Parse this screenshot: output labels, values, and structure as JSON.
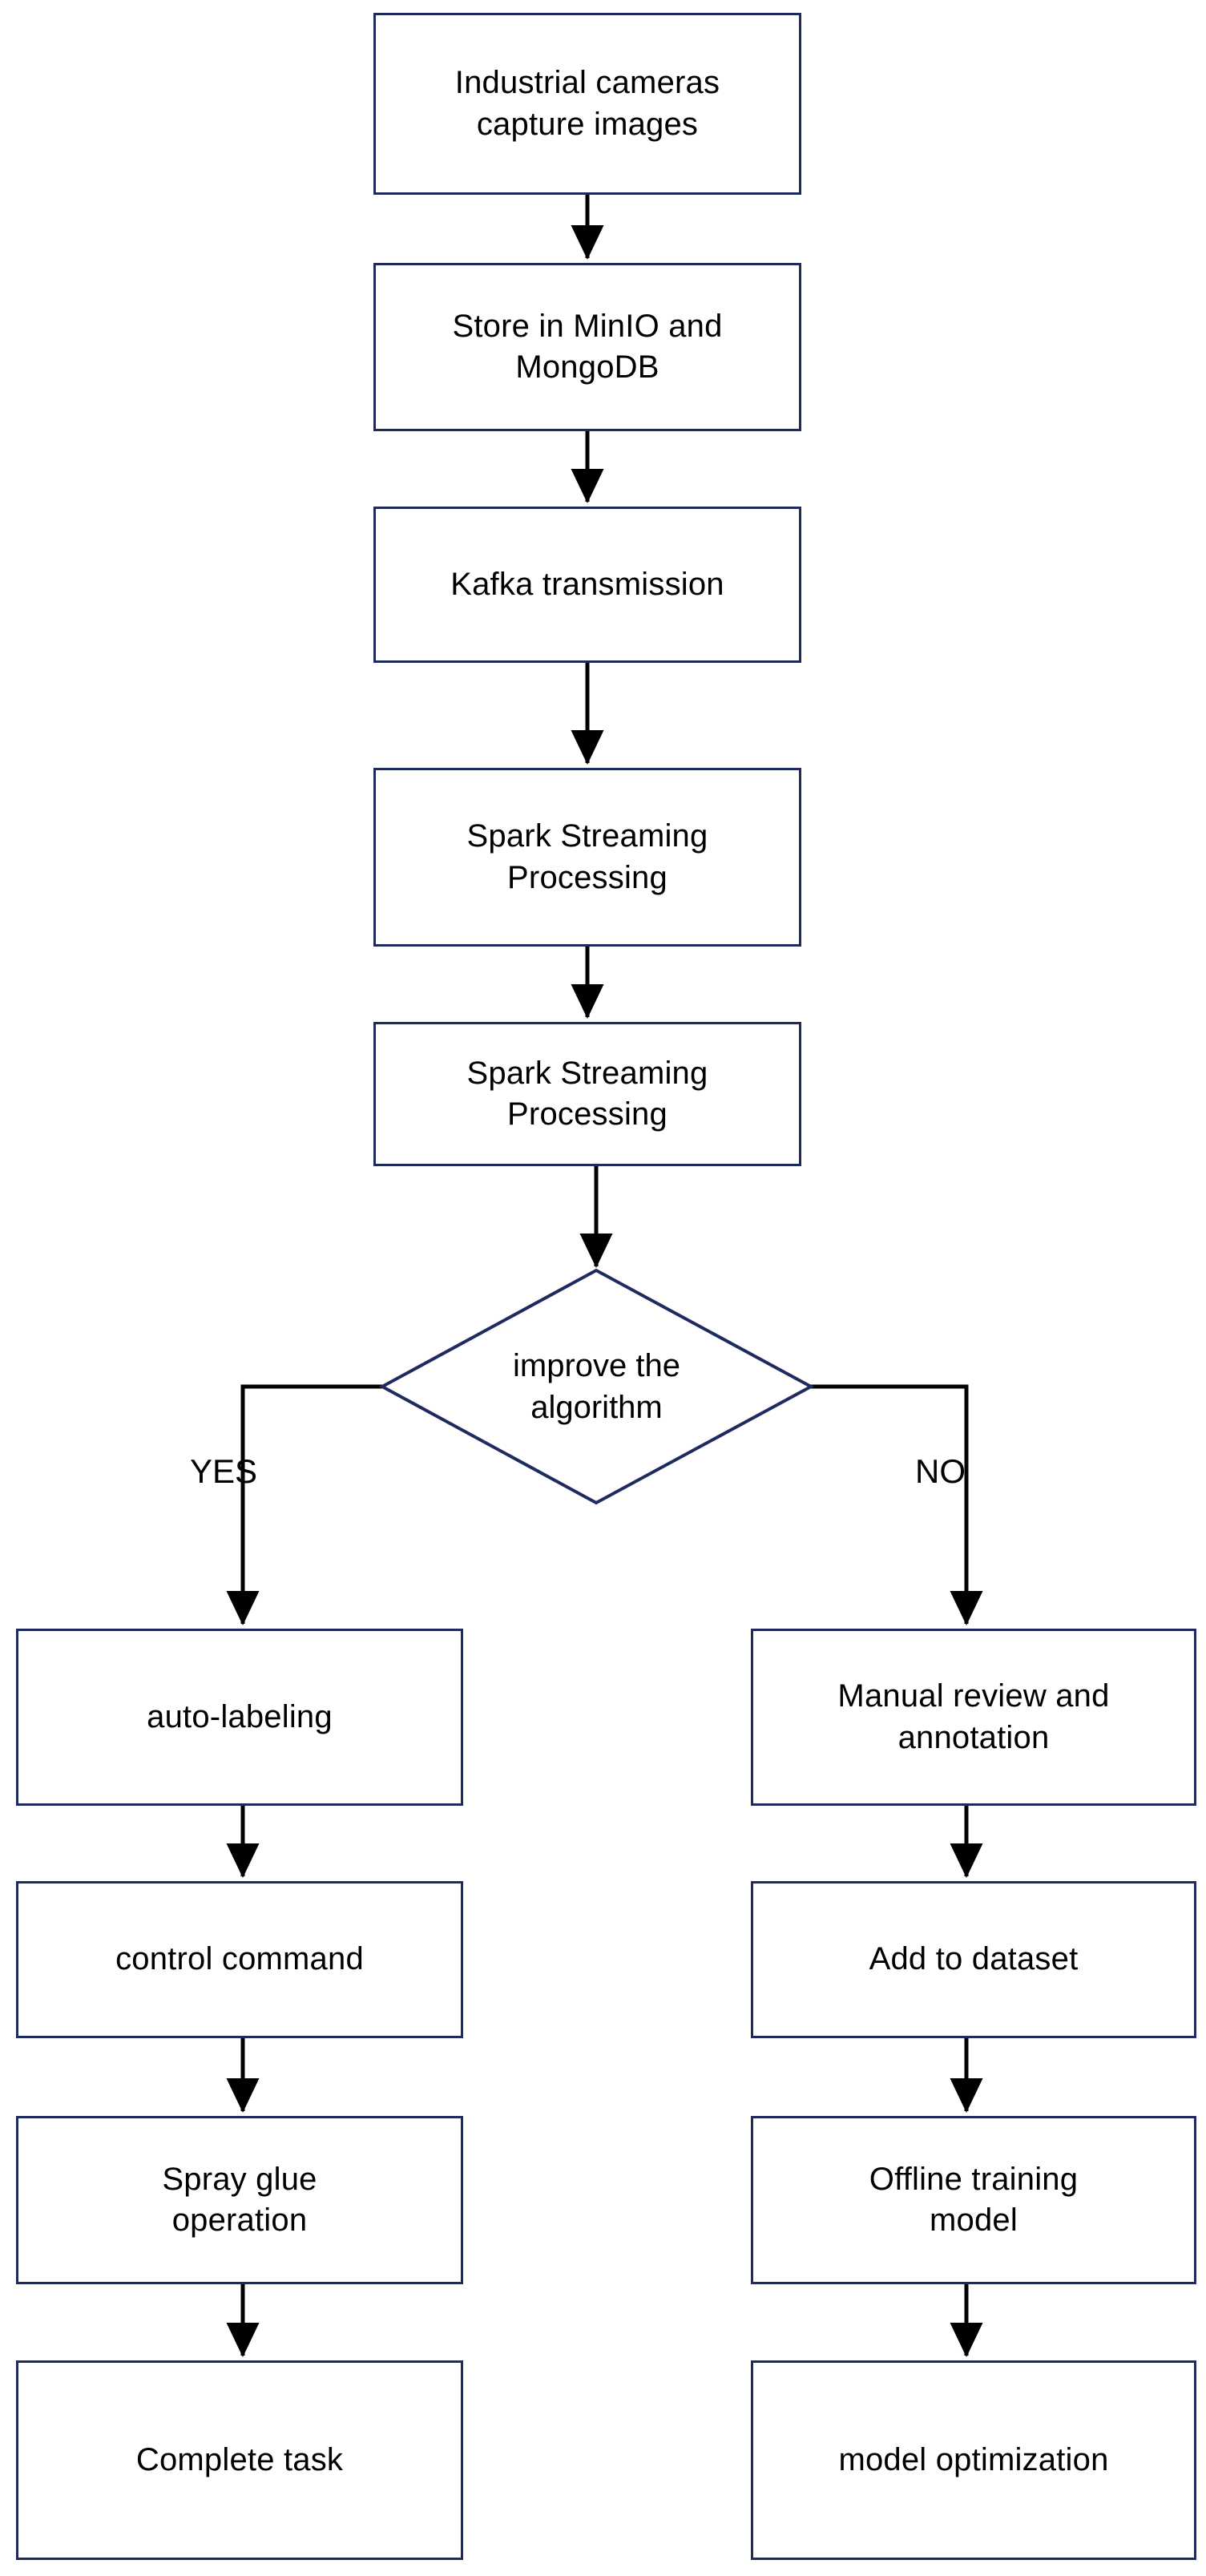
{
  "diagram": {
    "title": "Industrial vision data pipeline flowchart",
    "type": "flowchart",
    "colors": {
      "node_border": "#1f2a5e",
      "node_fill": "#ffffff",
      "edge": "#000000",
      "text": "#000000",
      "background": "#ffffff"
    }
  },
  "main_flow": {
    "nodes": [
      {
        "id": "capture",
        "label": "Industrial cameras\ncapture images",
        "shape": "rectangle"
      },
      {
        "id": "store",
        "label": "Store in MinIO and\nMongoDB",
        "shape": "rectangle"
      },
      {
        "id": "kafka",
        "label": "Kafka transmission",
        "shape": "rectangle"
      },
      {
        "id": "spark1",
        "label": "Spark Streaming\nProcessing",
        "shape": "rectangle"
      },
      {
        "id": "spark2",
        "label": "Spark Streaming\nProcessing",
        "shape": "rectangle"
      }
    ]
  },
  "decision": {
    "id": "improve",
    "label": "improve the\nalgorithm",
    "shape": "diamond",
    "branches": [
      {
        "value": "YES",
        "label": "YES",
        "direction": "left"
      },
      {
        "value": "NO",
        "label": "NO",
        "direction": "right"
      }
    ]
  },
  "yes_branch": {
    "nodes": [
      {
        "id": "autolabel",
        "label": "auto-labeling",
        "shape": "rectangle"
      },
      {
        "id": "control",
        "label": "control command",
        "shape": "rectangle"
      },
      {
        "id": "spray",
        "label": "Spray glue\noperation",
        "shape": "rectangle"
      },
      {
        "id": "complete",
        "label": "Complete task",
        "shape": "rectangle"
      }
    ]
  },
  "no_branch": {
    "nodes": [
      {
        "id": "manual",
        "label": "Manual review and\nannotation",
        "shape": "rectangle"
      },
      {
        "id": "dataset",
        "label": "Add to dataset",
        "shape": "rectangle"
      },
      {
        "id": "offline",
        "label": "Offline training\nmodel",
        "shape": "rectangle"
      },
      {
        "id": "optimize",
        "label": "model optimization",
        "shape": "rectangle"
      }
    ]
  }
}
